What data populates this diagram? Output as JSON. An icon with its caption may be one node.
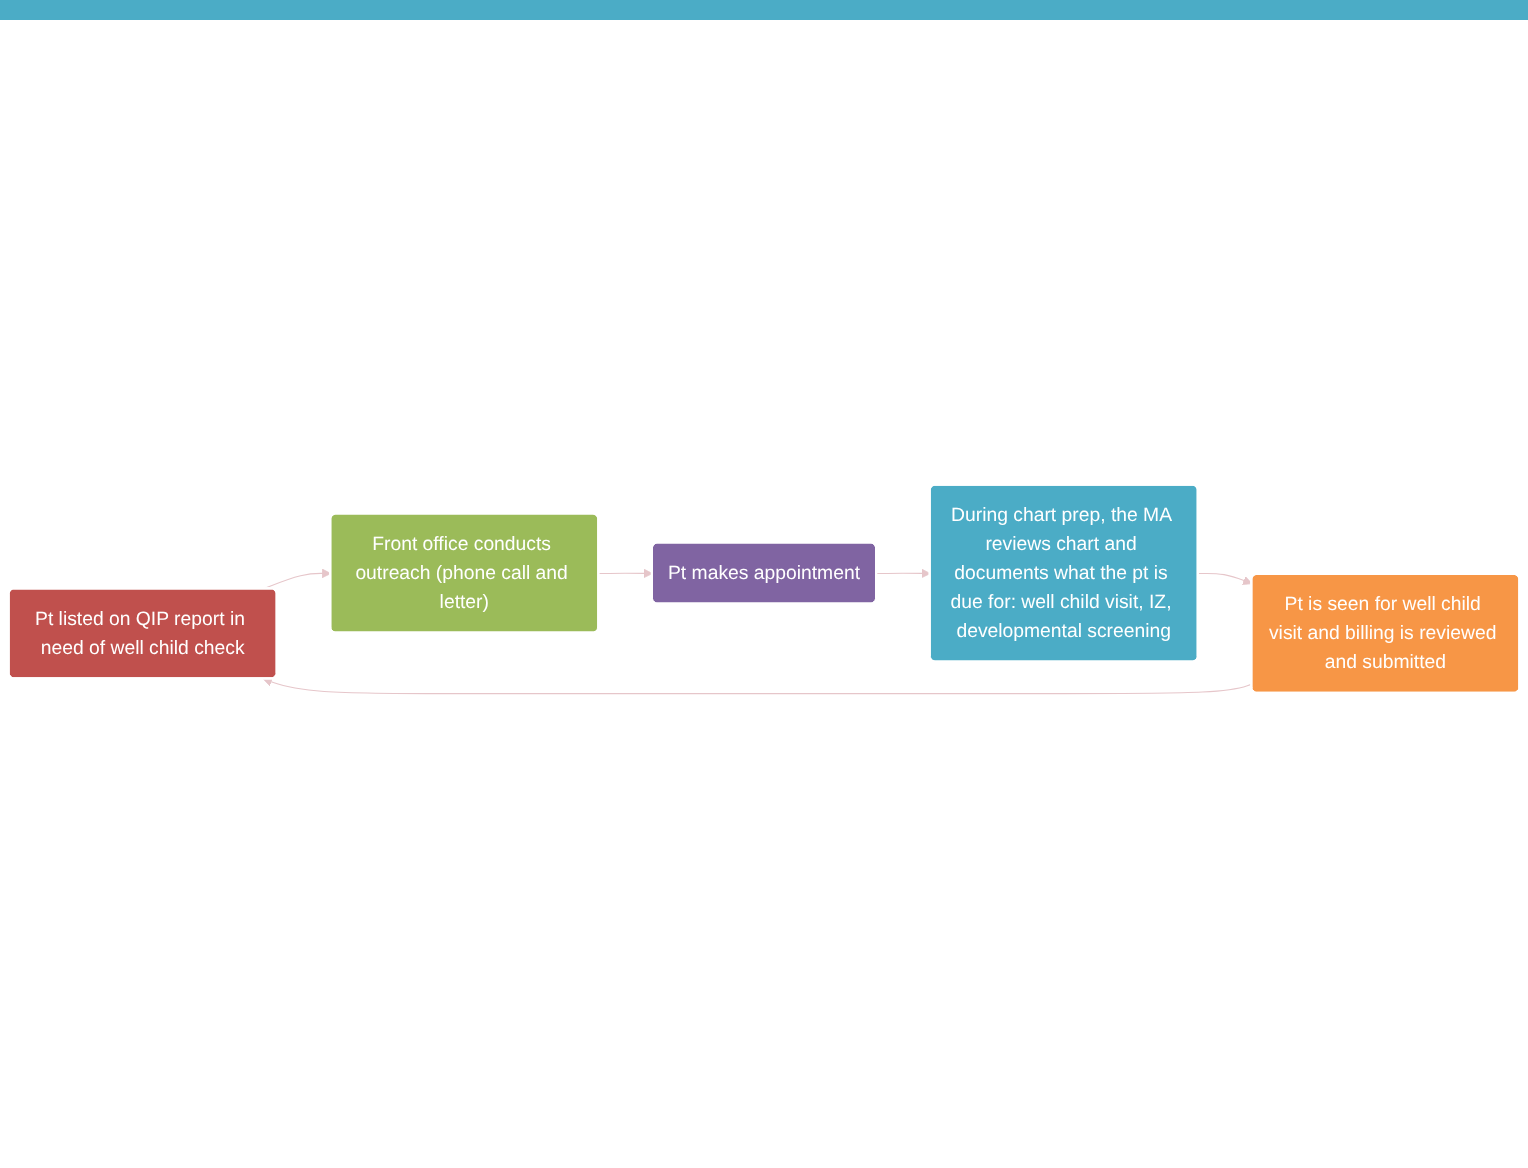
{
  "diagram": {
    "nodes": [
      {
        "text": [
          "Pt listed on QIP report in need of well child check"
        ]
      },
      {
        "text": [
          "Front office conducts outreach (phone call and letter)"
        ]
      },
      {
        "text": [
          "Pt makes appointment"
        ]
      },
      {
        "text": [
          "During chart prep, the MA reviews chart and documents what the pt is due for: well child visit, IZ, developmental screening"
        ]
      },
      {
        "text": [
          "Pt is seen for well child visit and billing is reviewed and submitted"
        ]
      }
    ],
    "edges": [
      {
        "from": 0,
        "to": 1,
        "arrow": "to"
      },
      {
        "from": 1,
        "to": 2,
        "arrow": "to"
      },
      {
        "from": 2,
        "to": 3,
        "arrow": "to"
      },
      {
        "from": 3,
        "to": 4,
        "arrow": "to"
      },
      {
        "from": 4,
        "to": 0,
        "arrow": "to"
      }
    ]
  }
}
